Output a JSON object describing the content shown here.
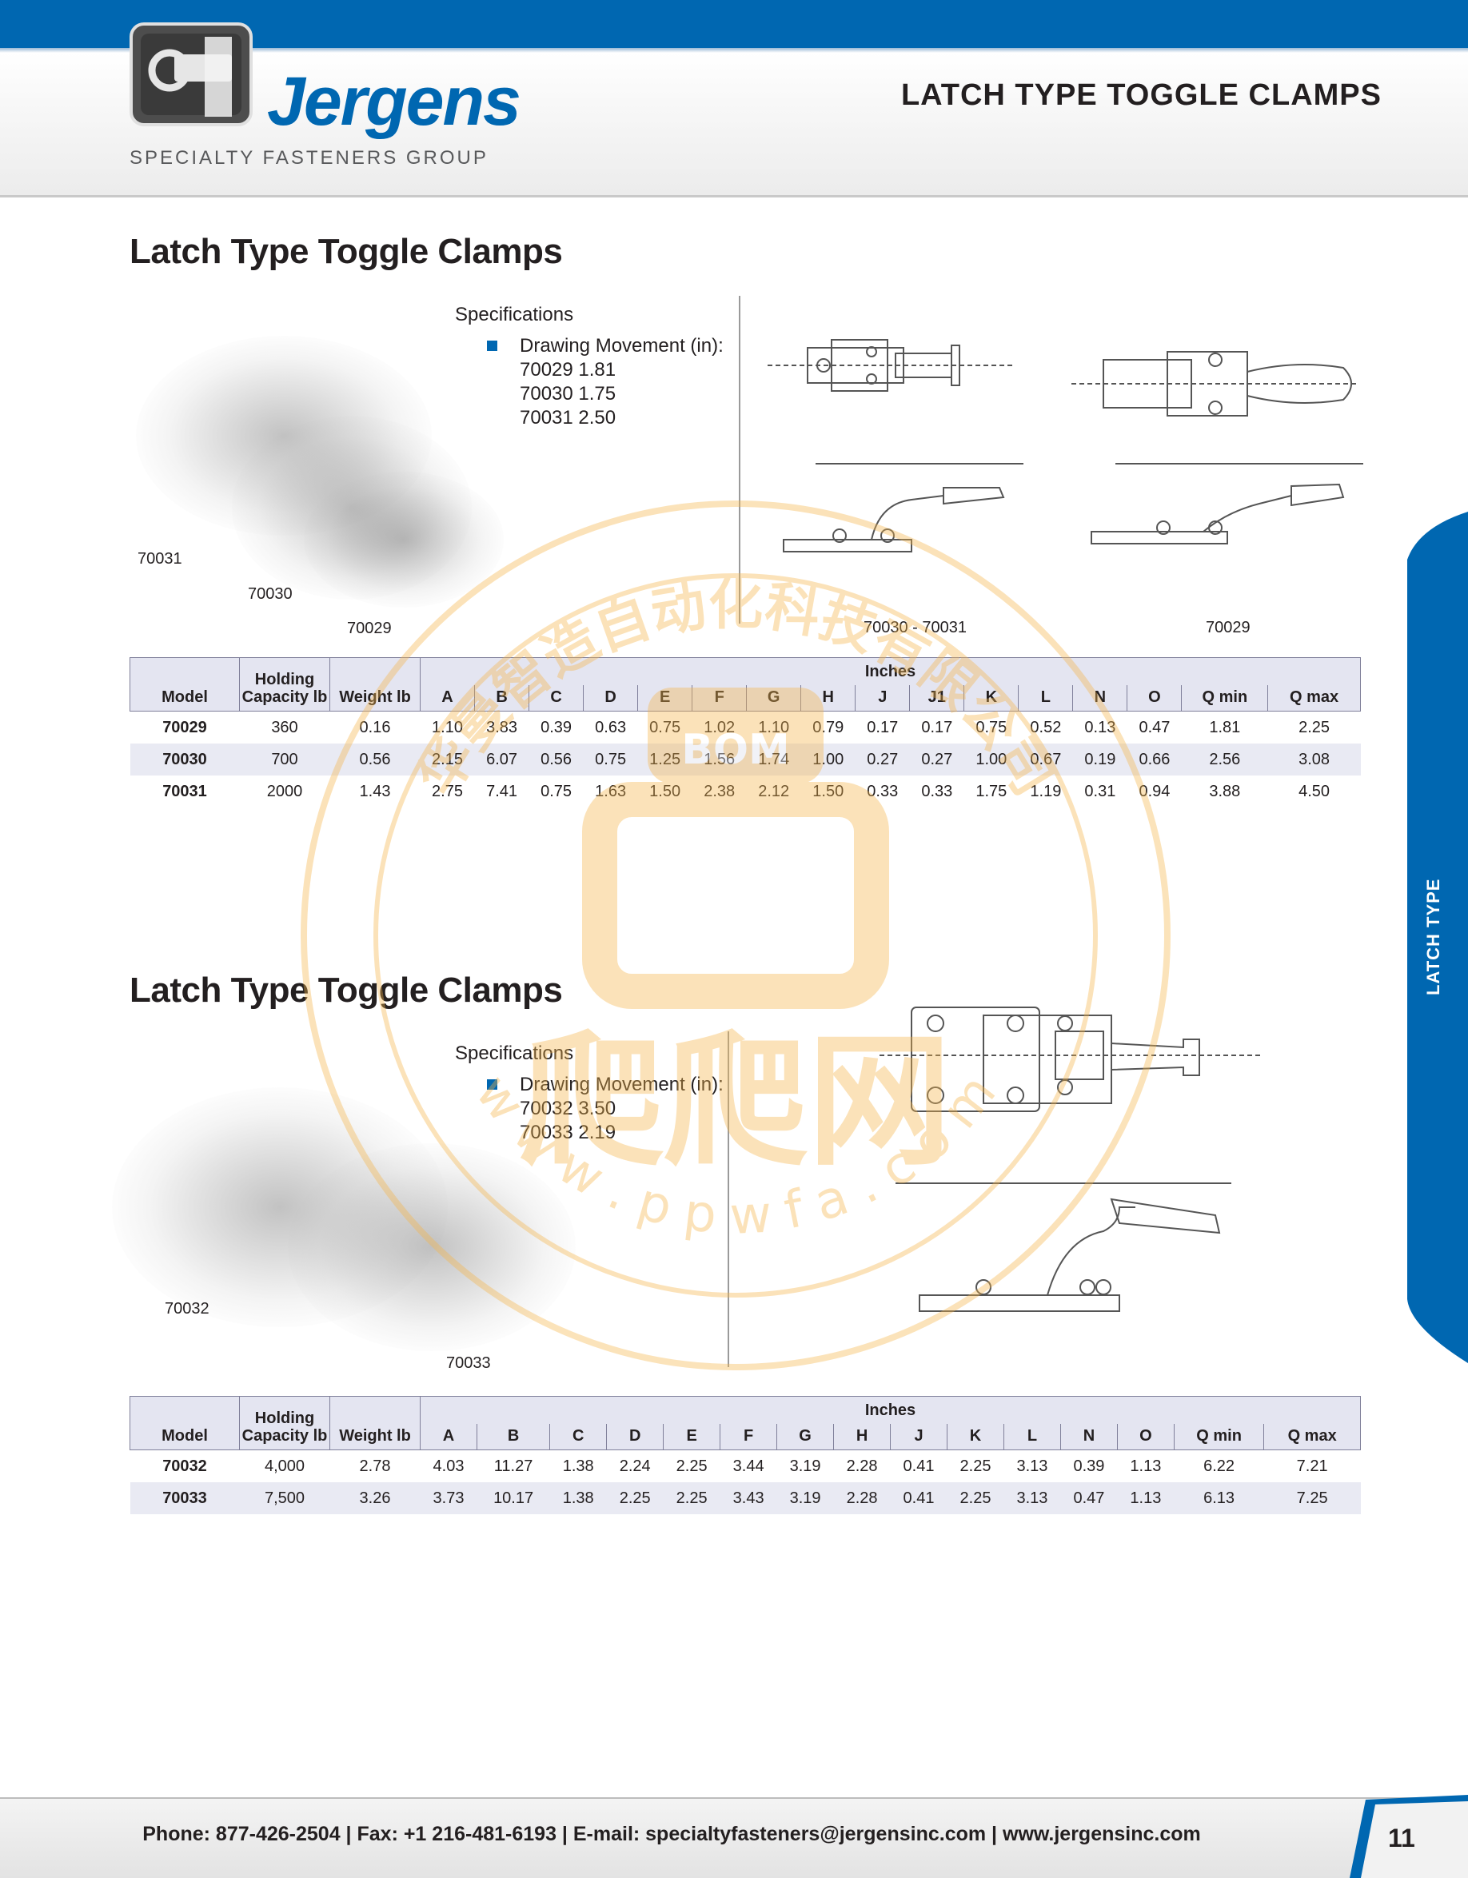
{
  "header": {
    "brand": "Jergens",
    "brand_sub": "SPECIALTY FASTENERS GROUP",
    "title": "LATCH TYPE TOGGLE CLAMPS"
  },
  "section1": {
    "title": "Latch Type Toggle Clamps",
    "spec_heading": "Specifications",
    "spec_label": "Drawing Movement (in):",
    "spec_items": [
      "70029 1.81",
      "70030 1.75",
      "70031 2.50"
    ],
    "photo_labels": [
      "70031",
      "70030",
      "70029"
    ],
    "diagram_labels": [
      "70030 - 70031",
      "70029"
    ],
    "table": {
      "headers": [
        "Model",
        "Holding Capacity lb",
        "Weight lb"
      ],
      "group_header": "Inches",
      "columns": [
        "A",
        "B",
        "C",
        "D",
        "E",
        "F",
        "G",
        "H",
        "J",
        "J1",
        "K",
        "L",
        "N",
        "O",
        "Q min",
        "Q max"
      ],
      "rows": [
        [
          "70029",
          "360",
          "0.16",
          "1.10",
          "3.83",
          "0.39",
          "0.63",
          "0.75",
          "1.02",
          "1.10",
          "0.79",
          "0.17",
          "0.17",
          "0.75",
          "0.52",
          "0.13",
          "0.47",
          "1.81",
          "2.25"
        ],
        [
          "70030",
          "700",
          "0.56",
          "2.15",
          "6.07",
          "0.56",
          "0.75",
          "1.25",
          "1.56",
          "1.74",
          "1.00",
          "0.27",
          "0.27",
          "1.00",
          "0.67",
          "0.19",
          "0.66",
          "2.56",
          "3.08"
        ],
        [
          "70031",
          "2000",
          "1.43",
          "2.75",
          "7.41",
          "0.75",
          "1.63",
          "1.50",
          "2.38",
          "2.12",
          "1.50",
          "0.33",
          "0.33",
          "1.75",
          "1.19",
          "0.31",
          "0.94",
          "3.88",
          "4.50"
        ]
      ]
    }
  },
  "section2": {
    "title": "Latch Type Toggle Clamps",
    "spec_heading": "Specifications",
    "spec_label": "Drawing Movement (in):",
    "spec_items": [
      "70032 3.50",
      "70033 2.19"
    ],
    "photo_labels": [
      "70032",
      "70033"
    ],
    "table": {
      "headers": [
        "Model",
        "Holding Capacity lb",
        "Weight lb"
      ],
      "group_header": "Inches",
      "columns": [
        "A",
        "B",
        "C",
        "D",
        "E",
        "F",
        "G",
        "H",
        "J",
        "K",
        "L",
        "N",
        "O",
        "Q min",
        "Q max"
      ],
      "rows": [
        [
          "70032",
          "4,000",
          "2.78",
          "4.03",
          "11.27",
          "1.38",
          "2.24",
          "2.25",
          "3.44",
          "3.19",
          "2.28",
          "0.41",
          "2.25",
          "3.13",
          "0.39",
          "1.13",
          "6.22",
          "7.21"
        ],
        [
          "70033",
          "7,500",
          "3.26",
          "3.73",
          "10.17",
          "1.38",
          "2.25",
          "2.25",
          "3.43",
          "3.19",
          "2.28",
          "0.41",
          "2.25",
          "3.13",
          "0.47",
          "1.13",
          "6.13",
          "7.25"
        ]
      ]
    }
  },
  "side_tab": "LATCH TYPE",
  "footer": {
    "contact": "Phone: 877-426-2504  |  Fax: +1 216-481-6193  |  E-mail: specialtyfasteners@jergensinc.com  |  www.jergensinc.com",
    "page_number": "11"
  },
  "watermark": {
    "top_arc": "华曼智造自动化科技有限公司",
    "bottom_arc": "w w w . p p w f a . c o m",
    "center_tag": "BOM",
    "center_text": "爬爬网"
  },
  "colors": {
    "brand_blue": "#0067b1",
    "table_header_bg": "#e4e5f1",
    "watermark": "#f5b54a"
  }
}
